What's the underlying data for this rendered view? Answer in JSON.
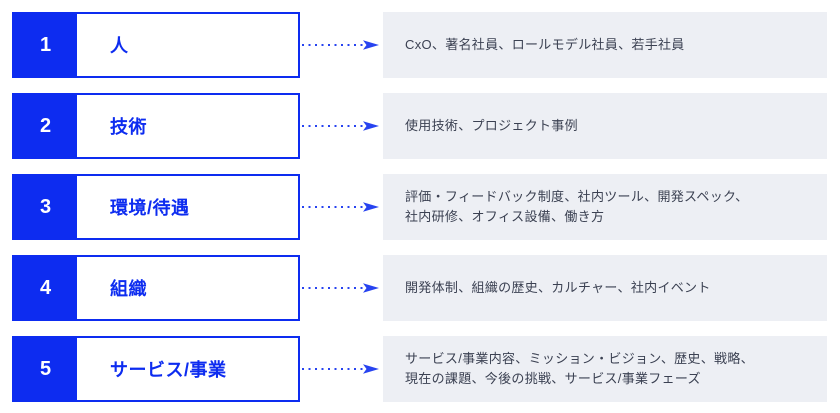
{
  "colors": {
    "accent_blue": "#0d2cf0",
    "arrow_blue": "#2743f0",
    "description_bg": "#edeff4",
    "description_text": "#3b4152"
  },
  "rows": [
    {
      "number": "1",
      "label": "人",
      "description": "CxO、著名社員、ロールモデル社員、若手社員"
    },
    {
      "number": "2",
      "label": "技術",
      "description": "使用技術、プロジェクト事例"
    },
    {
      "number": "3",
      "label": "環境/待遇",
      "description": "評価・フィードバック制度、社内ツール、開発スペック、\n社内研修、オフィス設備、働き方"
    },
    {
      "number": "4",
      "label": "組織",
      "description": "開発体制、組織の歴史、カルチャー、社内イベント"
    },
    {
      "number": "5",
      "label": "サービス/事業",
      "description": "サービス/事業内容、ミッション・ビジョン、歴史、戦略、\n現在の課題、今後の挑戦、サービス/事業フェーズ"
    }
  ]
}
